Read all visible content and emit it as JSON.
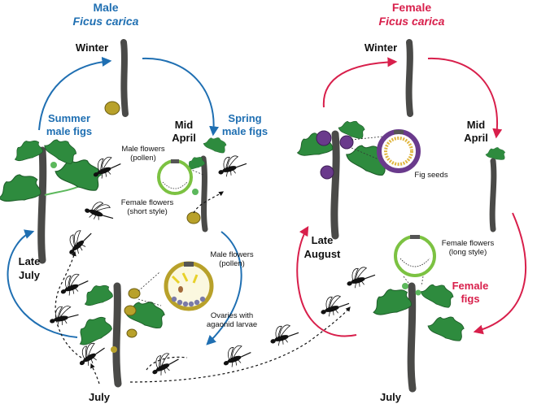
{
  "colors": {
    "male": "#1f6fb2",
    "female": "#d81f4b",
    "stem": "#4a4a48",
    "leaf": "#2e8b3e",
    "leaf_light": "#5cb85c",
    "fig_gold": "#b8a12a",
    "fig_purple": "#6a3a8c",
    "ring_green": "#7cc242"
  },
  "male": {
    "title": "Male",
    "species": "Ficus carica",
    "winter": "Winter",
    "mid_april_1": "Mid",
    "mid_april_2": "April",
    "spring_1": "Spring",
    "spring_2": "male figs",
    "summer_1": "Summer",
    "summer_2": "male figs",
    "late_july_1": "Late",
    "late_july_2": "July",
    "july": "July",
    "inset1_top_1": "Male flowers",
    "inset1_top_2": "(pollen)",
    "inset1_bottom_1": "Female flowers",
    "inset1_bottom_2": "(short style)",
    "inset2_top_1": "Male flowers",
    "inset2_top_2": "(pollen)",
    "inset2_bottom_1": "Ovaries with",
    "inset2_bottom_2": "agaonid larvae"
  },
  "female": {
    "title": "Female",
    "species": "Ficus carica",
    "winter": "Winter",
    "mid_april_1": "Mid",
    "mid_april_2": "April",
    "late_august_1": "Late",
    "late_august_2": "August",
    "july": "July",
    "fig_seeds": "Fig seeds",
    "female_figs_1": "Female",
    "female_figs_2": "figs",
    "inset_top_1": "Female flowers",
    "inset_top_2": "(long style)"
  }
}
